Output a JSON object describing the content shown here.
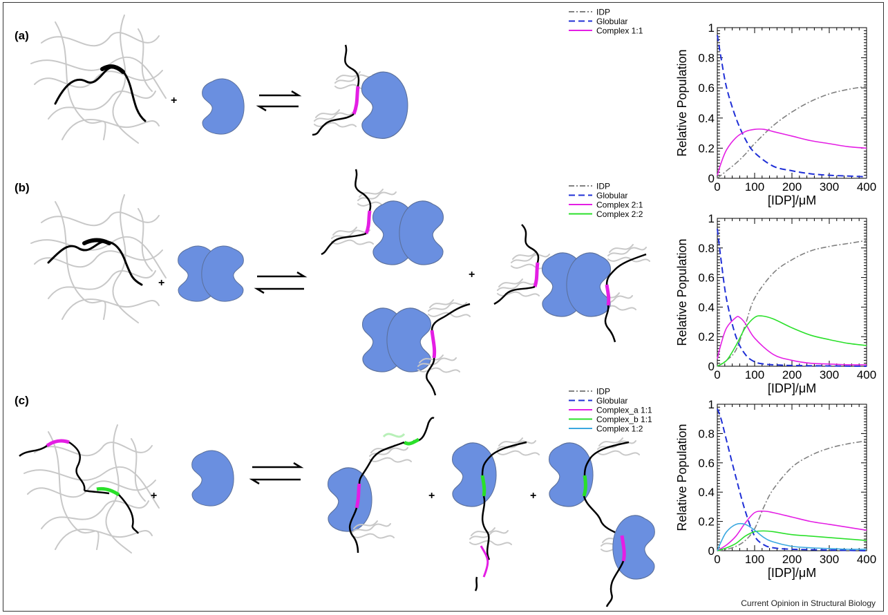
{
  "panels": [
    {
      "label": "(a)",
      "legend": [
        {
          "name": "IDP",
          "color": "#808080",
          "dash": "dashdot"
        },
        {
          "name": "Globular",
          "color": "#1f2fd6",
          "dash": "dashed"
        },
        {
          "name": "Complex 1:1",
          "color": "#e41ee4",
          "dash": "solid"
        }
      ]
    },
    {
      "label": "(b)",
      "legend": [
        {
          "name": "IDP",
          "color": "#808080",
          "dash": "dashdot"
        },
        {
          "name": "Globular",
          "color": "#1f2fd6",
          "dash": "dashed"
        },
        {
          "name": "Complex 2:1",
          "color": "#e41ee4",
          "dash": "solid"
        },
        {
          "name": "Complex 2:2",
          "color": "#2ae02a",
          "dash": "solid"
        }
      ]
    },
    {
      "label": "(c)",
      "legend": [
        {
          "name": "IDP",
          "color": "#808080",
          "dash": "dashdot"
        },
        {
          "name": "Globular",
          "color": "#1f2fd6",
          "dash": "dashed"
        },
        {
          "name": "Complex_a 1:1",
          "color": "#e41ee4",
          "dash": "solid"
        },
        {
          "name": "Complex_b 1:1",
          "color": "#2ae02a",
          "dash": "solid"
        },
        {
          "name": "Complex    1:2",
          "color": "#3aa8e0",
          "dash": "solid"
        }
      ]
    }
  ],
  "plus_sign": "+",
  "credit": "Current Opinion in Structural Biology",
  "colors": {
    "protein": "#6a8fe0",
    "chain": "#000000",
    "ghost": "#c8c8c8",
    "magenta": "#e41ee4",
    "green": "#2ae02a"
  },
  "chart_data": [
    {
      "type": "line",
      "xlabel": "[IDP]/μM",
      "ylabel": "Relative Population",
      "xlim": [
        0,
        400
      ],
      "ylim": [
        0,
        1
      ],
      "xticks": [
        "0",
        "100",
        "200",
        "300",
        "400"
      ],
      "yticks": [
        "0",
        "0.2",
        "0.4",
        "0.6",
        "0.8",
        "1"
      ],
      "series": [
        {
          "name": "IDP",
          "color": "#808080",
          "dash": "dashdot",
          "x": [
            0,
            25,
            50,
            75,
            100,
            150,
            200,
            250,
            300,
            350,
            400
          ],
          "y": [
            0.0,
            0.05,
            0.1,
            0.16,
            0.23,
            0.35,
            0.44,
            0.51,
            0.56,
            0.59,
            0.61
          ]
        },
        {
          "name": "Globular",
          "color": "#1f2fd6",
          "dash": "dashed",
          "x": [
            0,
            10,
            25,
            50,
            75,
            100,
            150,
            200,
            250,
            300,
            350,
            400
          ],
          "y": [
            0.95,
            0.8,
            0.6,
            0.4,
            0.26,
            0.17,
            0.08,
            0.05,
            0.03,
            0.02,
            0.015,
            0.01
          ]
        },
        {
          "name": "Complex 1:1",
          "color": "#e41ee4",
          "dash": "solid",
          "x": [
            0,
            10,
            25,
            50,
            75,
            100,
            125,
            150,
            200,
            250,
            300,
            350,
            400
          ],
          "y": [
            0.02,
            0.1,
            0.19,
            0.27,
            0.31,
            0.325,
            0.325,
            0.31,
            0.28,
            0.25,
            0.23,
            0.21,
            0.2
          ]
        }
      ]
    },
    {
      "type": "line",
      "xlabel": "[IDP]/μM",
      "ylabel": "Relative Population",
      "xlim": [
        0,
        400
      ],
      "ylim": [
        0,
        1
      ],
      "xticks": [
        "0",
        "100",
        "200",
        "300",
        "400"
      ],
      "yticks": [
        "0",
        "0.2",
        "0.4",
        "0.6",
        "0.8",
        "1"
      ],
      "series": [
        {
          "name": "IDP",
          "color": "#808080",
          "dash": "dashdot",
          "x": [
            0,
            25,
            50,
            75,
            100,
            150,
            200,
            250,
            300,
            350,
            400
          ],
          "y": [
            0.0,
            0.04,
            0.11,
            0.28,
            0.46,
            0.63,
            0.72,
            0.78,
            0.81,
            0.83,
            0.85
          ]
        },
        {
          "name": "Globular",
          "color": "#1f2fd6",
          "dash": "dashed",
          "x": [
            0,
            10,
            25,
            50,
            75,
            100,
            125,
            150,
            200,
            300,
            400
          ],
          "y": [
            0.93,
            0.72,
            0.45,
            0.2,
            0.08,
            0.03,
            0.015,
            0.01,
            0.005,
            0.002,
            0.0
          ]
        },
        {
          "name": "Complex 2:1",
          "color": "#e41ee4",
          "dash": "solid",
          "x": [
            0,
            10,
            25,
            50,
            60,
            75,
            100,
            150,
            200,
            250,
            300,
            350,
            400
          ],
          "y": [
            0.05,
            0.15,
            0.26,
            0.33,
            0.33,
            0.29,
            0.19,
            0.08,
            0.04,
            0.02,
            0.015,
            0.01,
            0.01
          ]
        },
        {
          "name": "Complex 2:2",
          "color": "#2ae02a",
          "dash": "solid",
          "x": [
            0,
            25,
            50,
            75,
            100,
            120,
            150,
            200,
            250,
            300,
            350,
            400
          ],
          "y": [
            0.0,
            0.04,
            0.14,
            0.26,
            0.33,
            0.34,
            0.32,
            0.26,
            0.21,
            0.18,
            0.155,
            0.14
          ]
        }
      ]
    },
    {
      "type": "line",
      "xlabel": "[IDP]/μM",
      "ylabel": "Relative Population",
      "xlim": [
        0,
        400
      ],
      "ylim": [
        0,
        1
      ],
      "xticks": [
        "0",
        "100",
        "200",
        "300",
        "400"
      ],
      "yticks": [
        "0",
        "0.2",
        "0.4",
        "0.6",
        "0.8",
        "1"
      ],
      "series": [
        {
          "name": "IDP",
          "color": "#808080",
          "dash": "dashdot",
          "x": [
            0,
            25,
            50,
            75,
            100,
            125,
            150,
            200,
            250,
            300,
            350,
            400
          ],
          "y": [
            0.0,
            0.01,
            0.03,
            0.07,
            0.15,
            0.3,
            0.42,
            0.57,
            0.65,
            0.7,
            0.73,
            0.75
          ]
        },
        {
          "name": "Globular",
          "color": "#1f2fd6",
          "dash": "dashed",
          "x": [
            0,
            10,
            25,
            50,
            75,
            100,
            125,
            150,
            200,
            300,
            400
          ],
          "y": [
            0.97,
            0.9,
            0.75,
            0.5,
            0.27,
            0.1,
            0.04,
            0.02,
            0.01,
            0.005,
            0.0
          ]
        },
        {
          "name": "Complex_a 1:1",
          "color": "#e41ee4",
          "dash": "solid",
          "x": [
            0,
            25,
            50,
            75,
            100,
            125,
            150,
            200,
            250,
            300,
            350,
            400
          ],
          "y": [
            0.0,
            0.04,
            0.1,
            0.19,
            0.26,
            0.27,
            0.26,
            0.23,
            0.2,
            0.18,
            0.16,
            0.14
          ]
        },
        {
          "name": "Complex_b 1:1",
          "color": "#2ae02a",
          "dash": "solid",
          "x": [
            0,
            25,
            50,
            75,
            100,
            125,
            150,
            200,
            250,
            300,
            350,
            400
          ],
          "y": [
            0.0,
            0.02,
            0.05,
            0.1,
            0.13,
            0.135,
            0.13,
            0.11,
            0.1,
            0.09,
            0.08,
            0.07
          ]
        },
        {
          "name": "Complex    1:2",
          "color": "#3aa8e0",
          "dash": "solid",
          "x": [
            0,
            10,
            25,
            50,
            75,
            100,
            125,
            150,
            200,
            250,
            300,
            350,
            400
          ],
          "y": [
            0.0,
            0.06,
            0.13,
            0.18,
            0.18,
            0.14,
            0.09,
            0.06,
            0.03,
            0.02,
            0.015,
            0.01,
            0.01
          ]
        }
      ]
    }
  ]
}
